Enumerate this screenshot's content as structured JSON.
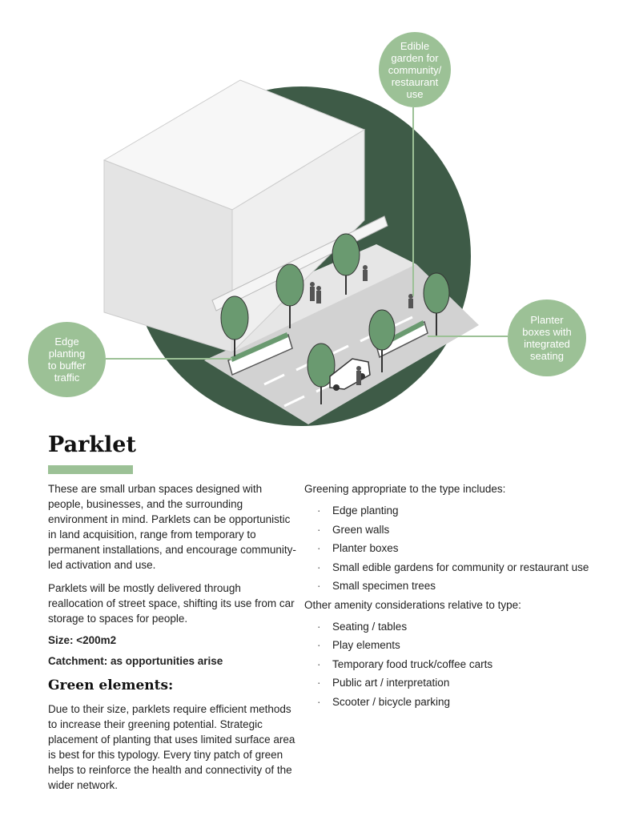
{
  "colors": {
    "accent_green": "#9cc196",
    "dark_green": "#3e5b47",
    "tree_green": "#6a9a70",
    "building": "#f0f0f0",
    "road": "#cfcfcf"
  },
  "illustration": {
    "callouts": {
      "garden": "Edible\ngarden for\ncommunity/\nrestaurant\nuse",
      "edge": "Edge\nplanting\nto buffer\ntraffic",
      "planter": "Planter\nboxes with\nintegrated\nseating"
    }
  },
  "title": "Parklet",
  "intro": [
    "These are small urban spaces designed with people, businesses, and the surrounding environment in mind. Parklets can be opportunistic in land acquisition, range from temporary to permanent installations, and encourage community-led activation and use.",
    "Parklets will be mostly delivered through reallocation of street space, shifting its use from car storage to spaces for people."
  ],
  "size": "Size: <200m2",
  "catchment": "Catchment: as opportunities arise",
  "green_heading": "Green elements:",
  "green_text": "Due to their size, parklets require efficient methods to increase their greening potential. Strategic placement of planting that uses limited surface area is best for this typology. Every tiny patch of green helps to reinforce the health and connectivity of the wider network.",
  "greening_heading": "Greening appropriate to the type includes:",
  "greening_items": [
    "Edge planting",
    "Green walls",
    "Planter boxes",
    "Small edible gardens for community or restaurant use",
    "Small specimen trees"
  ],
  "amenity_heading": "Other amenity considerations relative to type:",
  "amenity_items": [
    "Seating / tables",
    "Play elements",
    "Temporary food truck/coffee carts",
    "Public art / interpretation",
    "Scooter / bicycle parking"
  ]
}
